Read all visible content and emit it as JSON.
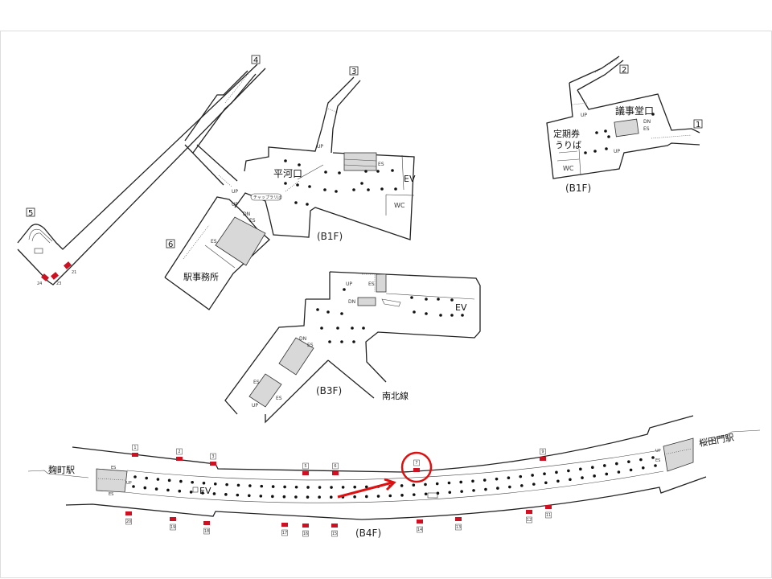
{
  "colors": {
    "exit_marker": "#cc1122",
    "highlight": "#dd1111",
    "wall": "#222222",
    "escalator": "#d8d8d8"
  },
  "exits": {
    "e1": "1",
    "e2": "2",
    "e3": "3",
    "e4": "4",
    "e5": "5",
    "e6": "6"
  },
  "b1f_main": {
    "floor": "(B1F)",
    "gate": "平河口",
    "ev": "EV",
    "wc": "WC",
    "office": "駅事務所",
    "fare_adjust": "チャップラリば",
    "up1": "UP",
    "up2": "UP",
    "up3": "UP",
    "dn": "DN",
    "es1": "ES",
    "es2": "ES",
    "es3": "ES"
  },
  "b1f_east": {
    "floor": "(B1F)",
    "gate": "議事堂口",
    "ticket1": "定期券",
    "ticket2": "うりば",
    "wc": "WC",
    "up1": "UP",
    "up2": "UP",
    "dn": "DN",
    "es": "ES"
  },
  "b3f": {
    "floor": "(B3F)",
    "line": "南北線",
    "ev": "EV",
    "up1": "UP",
    "up2": "UP",
    "dn1": "DN",
    "dn2": "DN",
    "es1": "ES",
    "es2": "ES",
    "es3": "ES",
    "es4": "ES"
  },
  "exit5_area": {
    "car_top": [
      "24",
      "23",
      "21"
    ]
  },
  "b4f": {
    "floor": "(B4F)",
    "station_left": "麹町駅",
    "station_right": "桜田門駅",
    "ev": "EV",
    "up_left": "UP",
    "es_left_top": "ES",
    "es_left_bottom": "ES",
    "up_right": "UP",
    "es_right": "ES",
    "cars_top": [
      "1",
      "2",
      "3",
      "5",
      "6",
      "7",
      "9"
    ],
    "cars_bottom": [
      "20",
      "19",
      "18",
      "17",
      "16",
      "15",
      "14",
      "13",
      "12",
      "11"
    ],
    "highlighted_car": "7"
  }
}
